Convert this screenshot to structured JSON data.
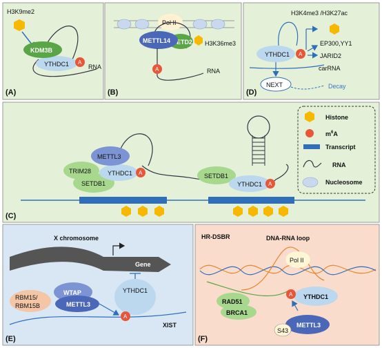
{
  "colors": {
    "panel_green": "#e4f1d8",
    "panel_blue": "#d9e7f5",
    "panel_peach": "#f9dccb",
    "ythdc1": "#bcd8ef",
    "kdm3b": "#5aa546",
    "m6a": "#e8563a",
    "histone": "#f6b800",
    "transcript": "#2f6fba",
    "decay": "#3c73c4"
  },
  "panels": {
    "a": {
      "tag": "(A)",
      "histone_mark": "H3K9me2",
      "enzyme": "KDM3B",
      "reader": "YTHDC1",
      "rna": "RNA"
    },
    "b": {
      "tag": "(B)",
      "polymerase": "Pol II",
      "writer": "METTL14",
      "enzyme": "SETD2",
      "histone_mark": "H3K36me3",
      "rna": "RNA"
    },
    "d": {
      "tag": "(D)",
      "histone_mark": "H3K4me3 /H3K27ac",
      "factor1": "EP300,YY1",
      "factor2": "JARID2",
      "reader": "YTHDC1",
      "rna": "carRNA",
      "complex": "NEXT",
      "fate": "Decay"
    },
    "c": {
      "tag": "(C)",
      "writer": "METTL3",
      "cofactor": "TRIM28",
      "methyltransferase": "SETDB1",
      "reader": "YTHDC1",
      "methyltransferase2": "SETDB1",
      "reader2": "YTHDC1"
    },
    "legend": {
      "histone": "Histone",
      "m6a_prefix": "m",
      "m6a_sup": "6",
      "m6a_suffix": "A",
      "transcript": "Transcript",
      "rna": "RNA",
      "nucleosome": "Nucleosome"
    },
    "e": {
      "tag": "(E)",
      "chromosome": "X chromosome",
      "gene": "Gene",
      "rbm": "RBM15/",
      "rbm2": "RBM15B",
      "wtap": "WTAP",
      "writer": "METTL3",
      "reader": "YTHDC1",
      "xist": "XIST"
    },
    "f": {
      "tag": "(F)",
      "title1": "HR-DSBR",
      "title2": "DNA-RNA loop",
      "polymerase": "Pol II",
      "rad51": "RAD51",
      "brca1": "BRCA1",
      "reader": "YTHDC1",
      "writer": "METTL3",
      "site": "S43"
    }
  },
  "m6a_letter": "A"
}
